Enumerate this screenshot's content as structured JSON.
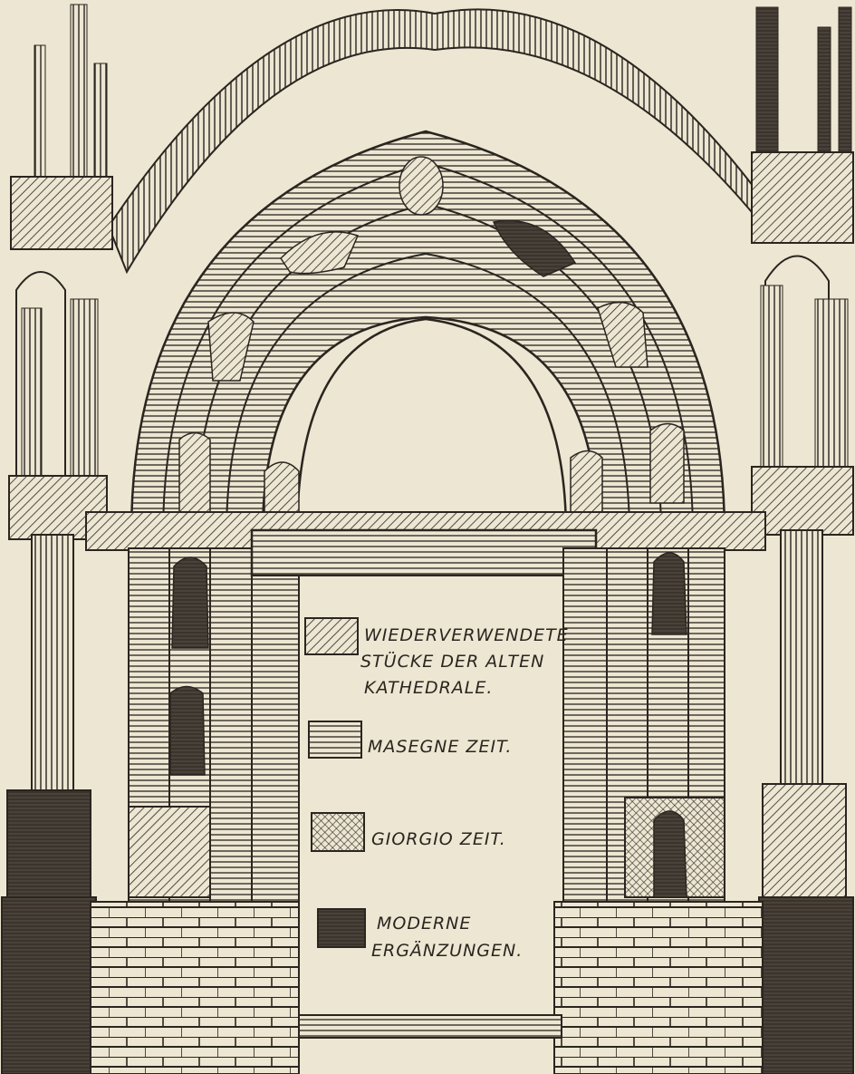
{
  "legend": {
    "items": [
      {
        "lines": [
          "WIEDERVERWENDETE",
          "STÜCKE DER ALTEN",
          "KATHEDRALE."
        ],
        "pattern": "diagonal-hatch-right"
      },
      {
        "lines": [
          "MASEGNE ZEIT."
        ],
        "pattern": "horizontal-lines"
      },
      {
        "lines": [
          "GIORGIO ZEIT."
        ],
        "pattern": "diagonal-hatch-left"
      },
      {
        "lines": [
          "MODERNE",
          "ERGÄNZUNGEN."
        ],
        "pattern": "solid-dark"
      }
    ]
  },
  "colors": {
    "paper": "#ede6d2",
    "ink": "#2a2520",
    "dark_fill": "#4a423a"
  }
}
